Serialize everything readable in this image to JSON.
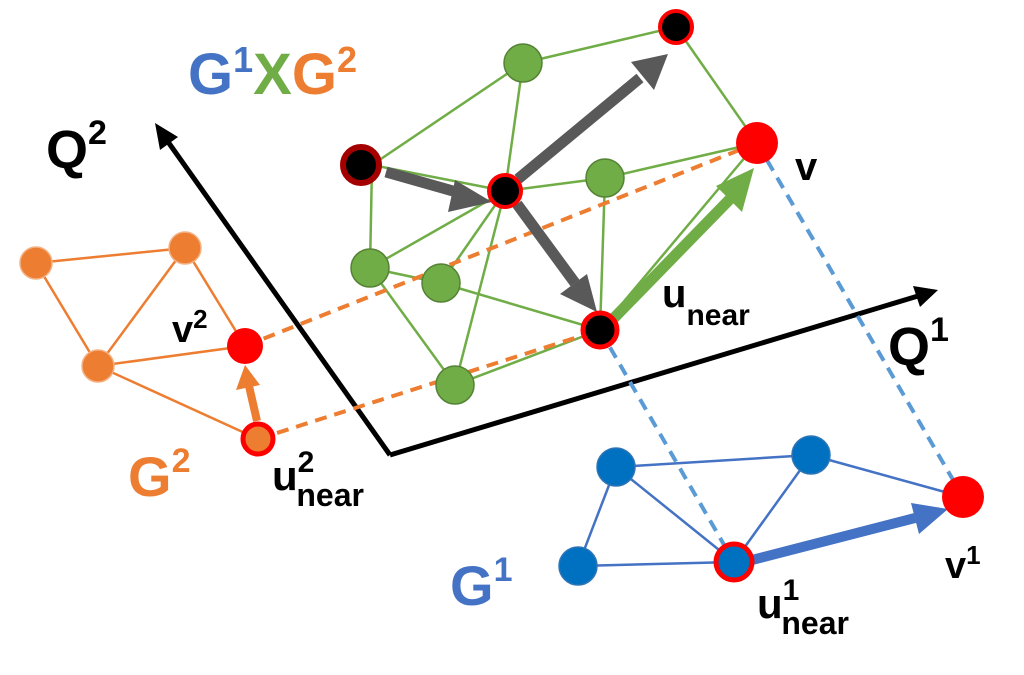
{
  "labels": {
    "title_g1": "G",
    "title_sup1": "1",
    "title_x": "X",
    "title_g2": "G",
    "title_sup2": "2",
    "q2": "Q",
    "q2_sup": "2",
    "q1": "Q",
    "q1_sup": "1",
    "v": "v",
    "u_near": "u",
    "u_near_sub": "near",
    "v2": "v",
    "v2_sup": "2",
    "g2": "G",
    "g2_sup": "2",
    "u2_near": "u",
    "u2_near_sup": "2",
    "u2_near_sub": "near",
    "g1": "G",
    "g1_sup": "1",
    "v1": "v",
    "v1_sup": "1",
    "u1_near": "u",
    "u1_near_sup": "1",
    "u1_near_sub": "near"
  },
  "colors": {
    "blue": "#4472c4",
    "green": "#70ad47",
    "orange": "#ed7d31",
    "red": "#ff0000",
    "dark_gray": "#595959",
    "black": "#000000",
    "light_blue_dashed": "#5b9bd5",
    "dark_red": "#a50000"
  }
}
